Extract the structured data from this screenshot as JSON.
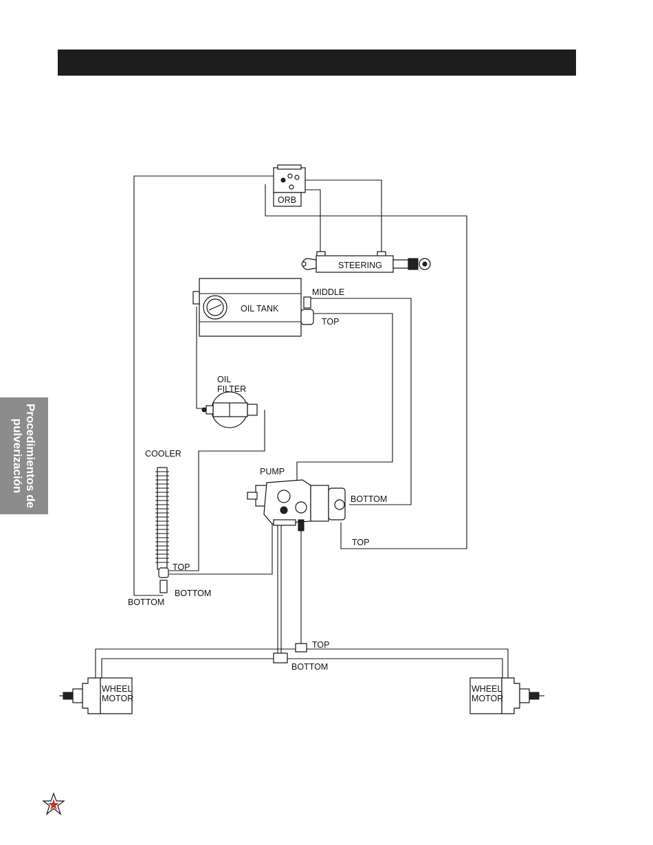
{
  "side_tab": {
    "line1": "Procedimientos de",
    "line2": "pulverización"
  },
  "labels": {
    "orb": "ORB",
    "steering": "STEERING",
    "oil_tank": "OIL TANK",
    "middle": "MIDDLE",
    "tank_top": "TOP",
    "oil_filter_1": "OIL",
    "oil_filter_2": "FILTER",
    "cooler": "COOLER",
    "pump": "PUMP",
    "pump_bottom": "BOTTOM",
    "pump_top": "TOP",
    "cooler_top": "TOP",
    "cooler_bottom": "BOTTOM",
    "left_bottom": "BOTTOM",
    "tee_top": "TOP",
    "tee_bottom": "BOTTOM",
    "wheel_motor_left_1": "WHEEL",
    "wheel_motor_left_2": "MOTOR",
    "wheel_motor_right_1": "WHEEL",
    "wheel_motor_right_2": "MOTOR"
  },
  "icons": {
    "logo": "star-logo-icon"
  }
}
